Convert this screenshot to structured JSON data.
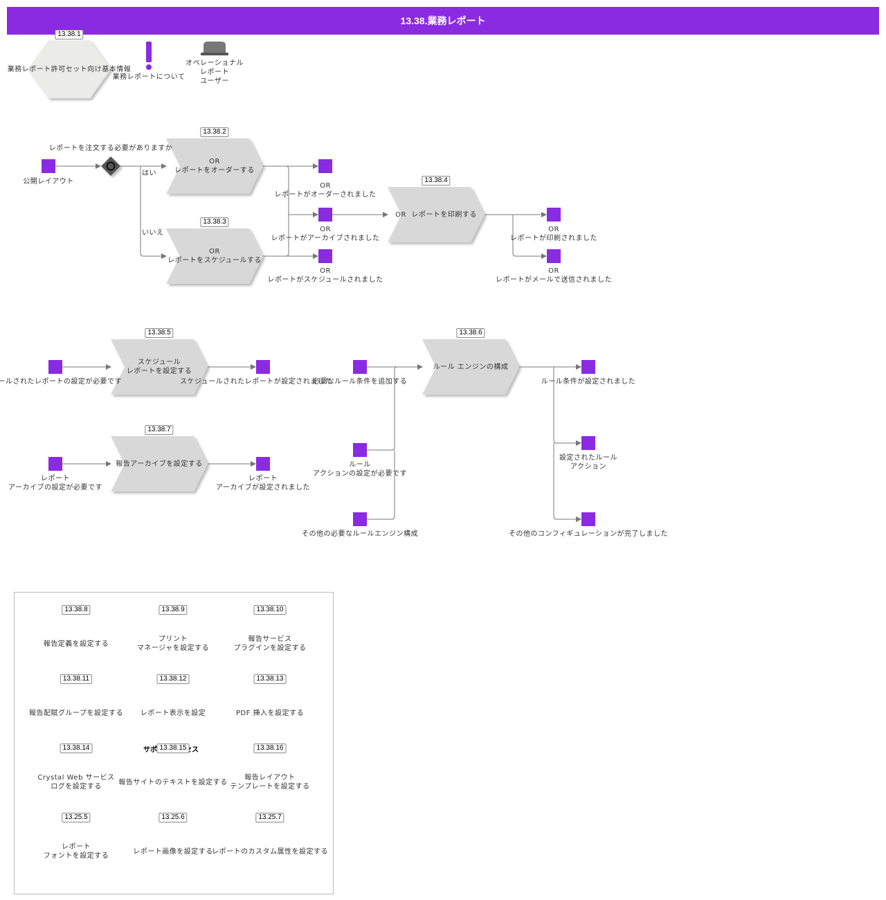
{
  "header": {
    "title": "13.38.業務レポート"
  },
  "legend": {
    "hex_tag": "13.38.1",
    "hex_label": "業務レポート許可セット向け基本情報",
    "exclaim_label": "業務レポートについて",
    "user_label": "オペレーショナル\nレポート\nユーザー"
  },
  "flow1": {
    "start_event": "公開レイアウト",
    "question": "レポートを注文する必要がありますか",
    "yes": "はい",
    "no": "いいえ",
    "order": {
      "tag": "13.38.2",
      "text": "OR\nレポートをオーダーする"
    },
    "schedule": {
      "tag": "13.38.3",
      "text": "OR\nレポートをスケジュールする"
    },
    "ordered_event": "OR\nレポートがオーダーされました",
    "archived_event": "OR\nレポートがアーカイブされました",
    "scheduled_event": "OR\nレポートがスケジュールされました",
    "print": {
      "tag": "13.38.4",
      "text": "OR  レポートを印刷する"
    },
    "printed_event": "OR\nレポートが印刷されました",
    "emailed_event": "OR\nレポートがメールで送信されました"
  },
  "flow2": {
    "in_event": "スケジュールされたレポートの設定が必要です",
    "task": {
      "tag": "13.38.5",
      "text": "スケジュール\nレポートを設定する"
    },
    "out_event": "スケジュールされたレポートが設定されました"
  },
  "flow3": {
    "in_event": "レポート\nアーカイブの設定が必要です",
    "task": {
      "tag": "13.38.7",
      "text": "報告アーカイブを設定する"
    },
    "out_event": "レポート\nアーカイブが設定されました"
  },
  "flow4": {
    "in_event_1": "必要なルール条件を追加する",
    "in_event_2": "ルール\nアクションの設定が必要です",
    "in_event_3": "その他の必要なルールエンジン構成",
    "task": {
      "tag": "13.38.6",
      "text": "ルール エンジンの構成"
    },
    "out_event_1": "ルール条件が設定されました",
    "out_event_2": "設定されたルール\nアクション",
    "out_event_3": "その他のコンフィギュレーションが完了しました"
  },
  "panel": {
    "overlay_label": "サポートプロセス",
    "items": [
      {
        "tag": "13.38.8",
        "text": "報告定義を設定する"
      },
      {
        "tag": "13.38.9",
        "text": "プリント\nマネージャを設定する"
      },
      {
        "tag": "13.38.10",
        "text": "報告サービス\nプラグインを設定する"
      },
      {
        "tag": "13.38.11",
        "text": "報告配賦グループを設定する"
      },
      {
        "tag": "13.38.12",
        "text": "レポート表示を設定"
      },
      {
        "tag": "13.38.13",
        "text": "PDF 挿入を設定する"
      },
      {
        "tag": "13.38.14",
        "text": "Crystal Web サービス\nログを設定する"
      },
      {
        "tag": "13.38.15",
        "text": "報告サイトのテキストを設定する"
      },
      {
        "tag": "13.38.16",
        "text": "報告レイアウト\nテンプレートを設定する"
      },
      {
        "tag": "13.25.5",
        "text": "レポート\nフォントを設定する"
      },
      {
        "tag": "13.25.6",
        "text": "レポート画像を設定する"
      },
      {
        "tag": "13.25.7",
        "text": "レポートのカスタム属性を設定する"
      }
    ]
  },
  "colors": {
    "accent": "#8a2be2",
    "task_fill": "#d8d8d8",
    "hex_fill": "#ebebea",
    "line": "#777777"
  }
}
